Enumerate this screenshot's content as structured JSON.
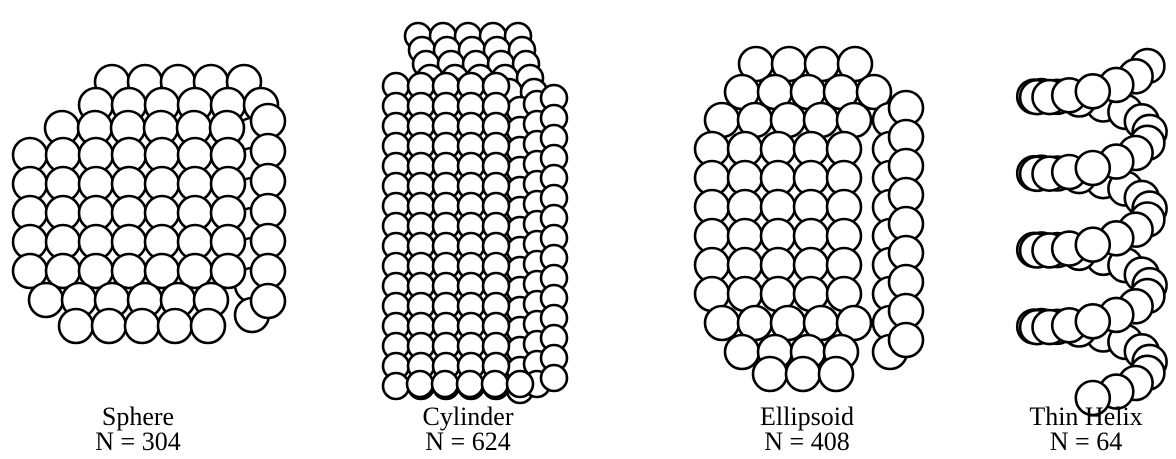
{
  "figures": [
    {
      "shape": "Sphere",
      "count": "N = 304"
    },
    {
      "shape": "Cylinder",
      "count": "N = 624"
    },
    {
      "shape": "Ellipsoid",
      "count": "N = 408"
    },
    {
      "shape": "Thin Helix",
      "count": "N = 64"
    }
  ],
  "colors": {
    "sphere_fill": "#ffffff",
    "outline": "#000000",
    "background": "#ffffff"
  }
}
